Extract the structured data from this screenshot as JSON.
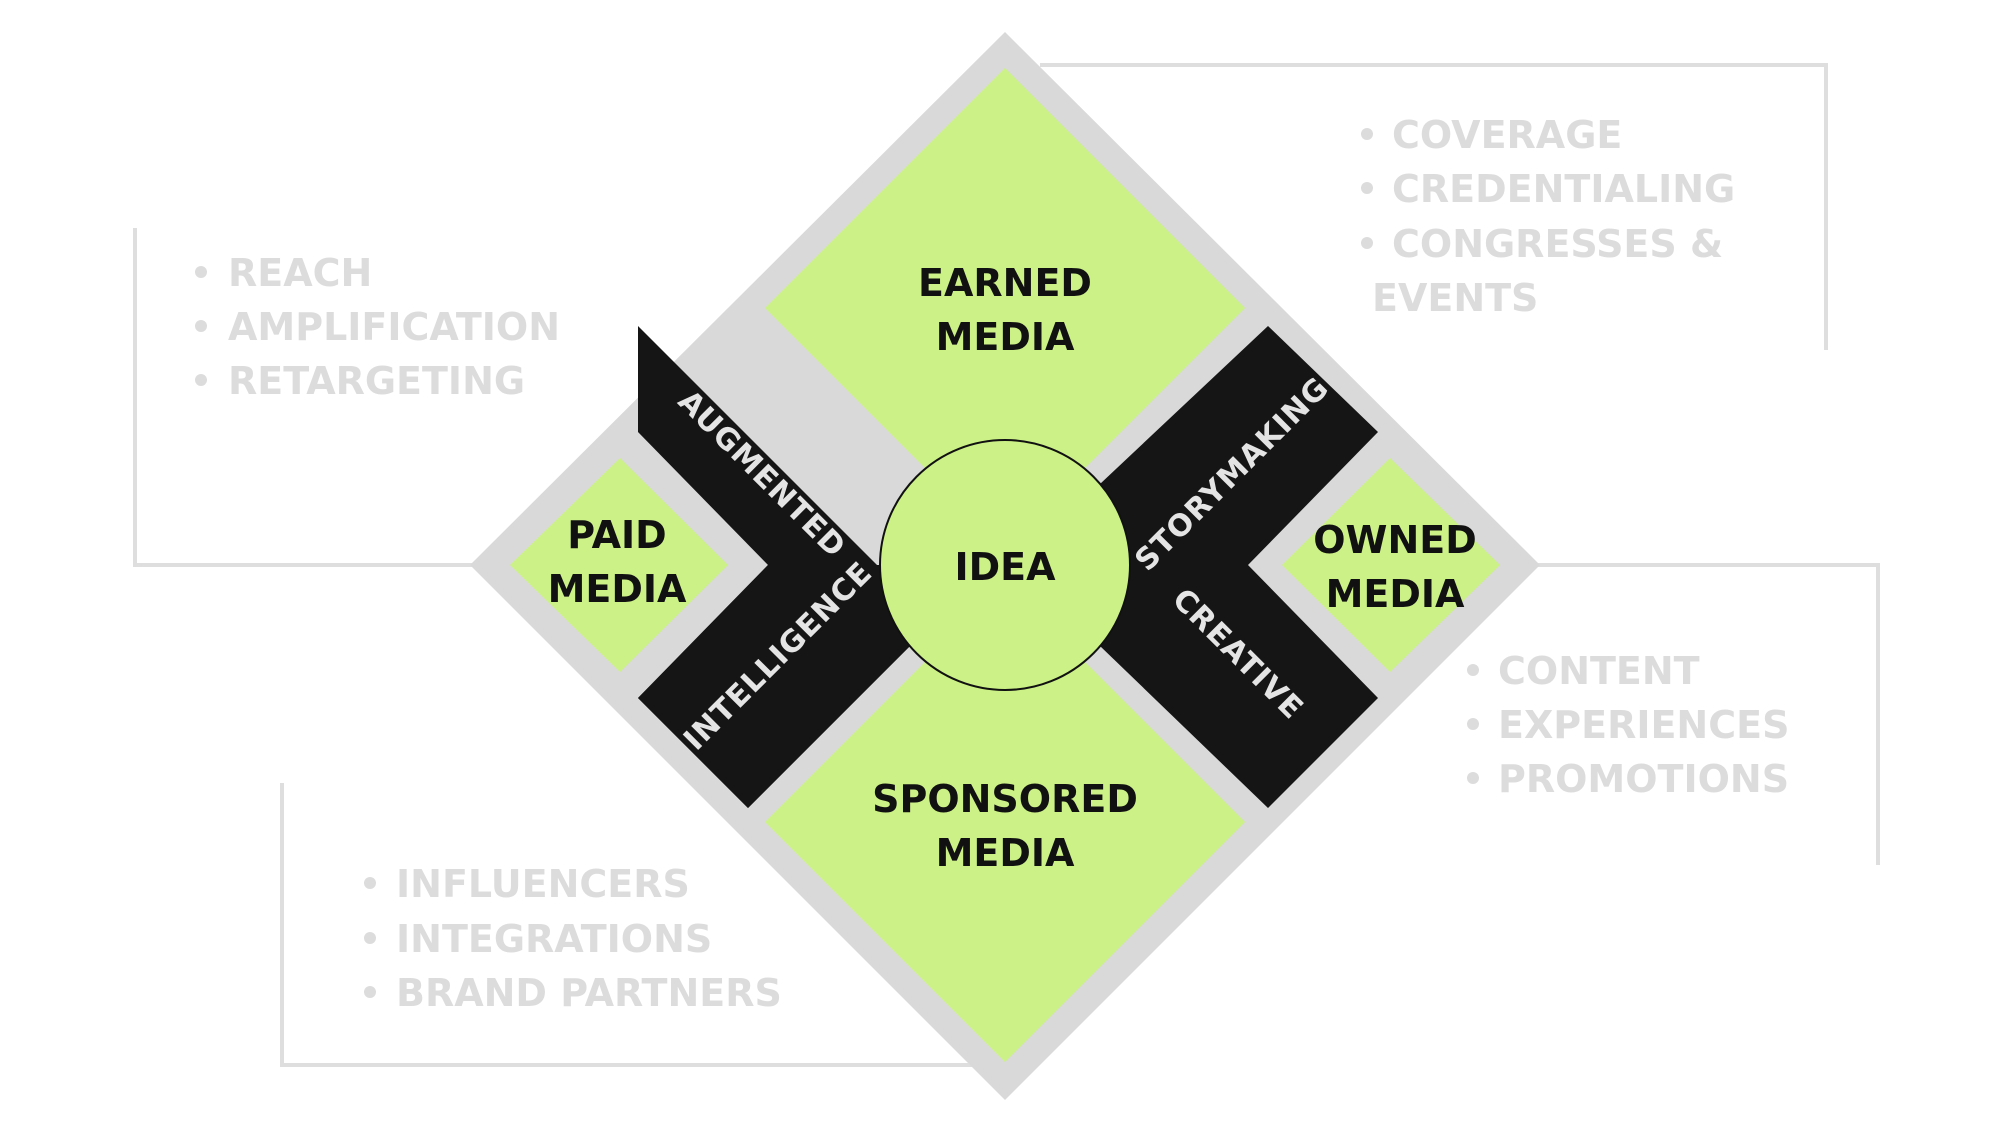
{
  "center": {
    "label": "IDEA"
  },
  "quadrants": {
    "top": {
      "line1": "EARNED",
      "line2": "MEDIA"
    },
    "bottom": {
      "line1": "SPONSORED",
      "line2": "MEDIA"
    },
    "left": {
      "line1": "PAID",
      "line2": "MEDIA"
    },
    "right": {
      "line1": "OWNED",
      "line2": "MEDIA"
    }
  },
  "bands": {
    "left_upper": "AUGMENTED",
    "left_lower": "INTELLIGENCE",
    "right_upper": "STORYMAKING",
    "right_lower": "CREATIVE"
  },
  "lists": {
    "earned": [
      "COVERAGE",
      "CREDENTIALING",
      "CONGRESSES &",
      "EVENTS"
    ],
    "paid": [
      "REACH",
      "AMPLIFICATION",
      "RETARGETING"
    ],
    "owned": [
      "CONTENT",
      "EXPERIENCES",
      "PROMOTIONS"
    ],
    "sponsored": [
      "INFLUENCERS",
      "INTEGRATIONS",
      "BRAND PARTNERS"
    ]
  },
  "colors": {
    "lime": "#ccf186",
    "dark": "#151515",
    "frame": "#d9d9d9",
    "muted_text": "#dcdcdc"
  }
}
